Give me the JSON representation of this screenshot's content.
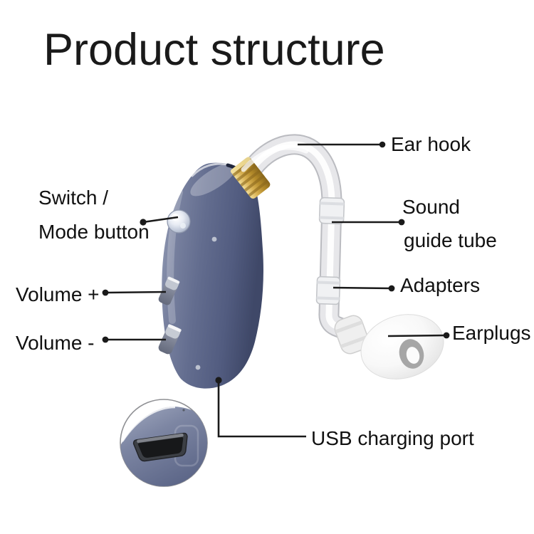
{
  "title": "Product structure",
  "labels": {
    "ear_hook": "Ear hook",
    "switch_mode_line1": "Switch /",
    "switch_mode_line2": "Mode button",
    "volume_plus": "Volume +",
    "volume_minus": "Volume -",
    "sound_guide_line1": "Sound",
    "sound_guide_line2": "guide tube",
    "adapters": "Adapters",
    "earplugs": "Earplugs",
    "usb_charging_port": "USB charging port"
  },
  "colors": {
    "background": "#ffffff",
    "text": "#111111",
    "leader_line": "#1a1a1a",
    "device_body_blue": "#5d6788",
    "gold_connector": "#c79d38",
    "tube_clear": "#eef0f2",
    "earplug_white": "#f4f4f4",
    "inset_circle_border": "#8f9094"
  },
  "icons": {
    "callout_dot": "filled-circle-marker",
    "magnified_inset": "zoom-circle-usb-port"
  }
}
